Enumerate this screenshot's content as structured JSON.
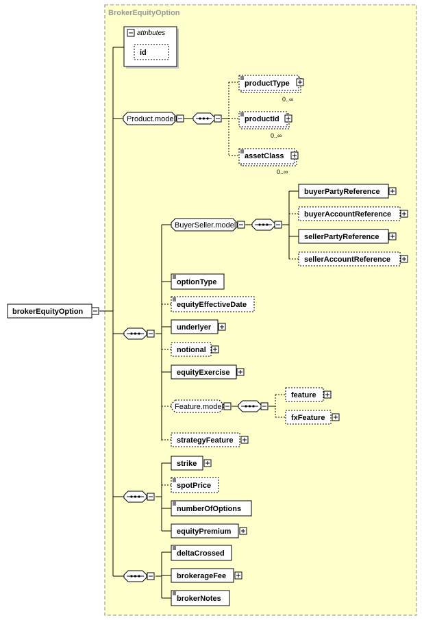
{
  "diagram": {
    "group_title": "BrokerEquityOption",
    "root": "brokerEquityOption",
    "attributes": {
      "label": "attributes",
      "items": [
        "id"
      ]
    },
    "product_model": {
      "label": "Product.model",
      "children": [
        {
          "name": "productType",
          "occurs": "0..∞"
        },
        {
          "name": "productId",
          "occurs": "0..∞"
        },
        {
          "name": "assetClass",
          "occurs": "0..∞"
        }
      ]
    },
    "buyerseller_model": {
      "label": "BuyerSeller.model",
      "children": [
        "buyerPartyReference",
        "buyerAccountReference",
        "sellerPartyReference",
        "sellerAccountReference"
      ]
    },
    "option_elements": [
      "optionType",
      "equityEffectiveDate",
      "underlyer",
      "notional",
      "equityExercise"
    ],
    "feature_model": {
      "label": "Feature.model",
      "children": [
        "feature",
        "fxFeature"
      ]
    },
    "strategy_feature": "strategyFeature",
    "strike_group": [
      "strike",
      "spotPrice",
      "numberOfOptions",
      "equityPremium"
    ],
    "broker_group": [
      "deltaCrossed",
      "brokerageFee",
      "brokerNotes"
    ]
  }
}
